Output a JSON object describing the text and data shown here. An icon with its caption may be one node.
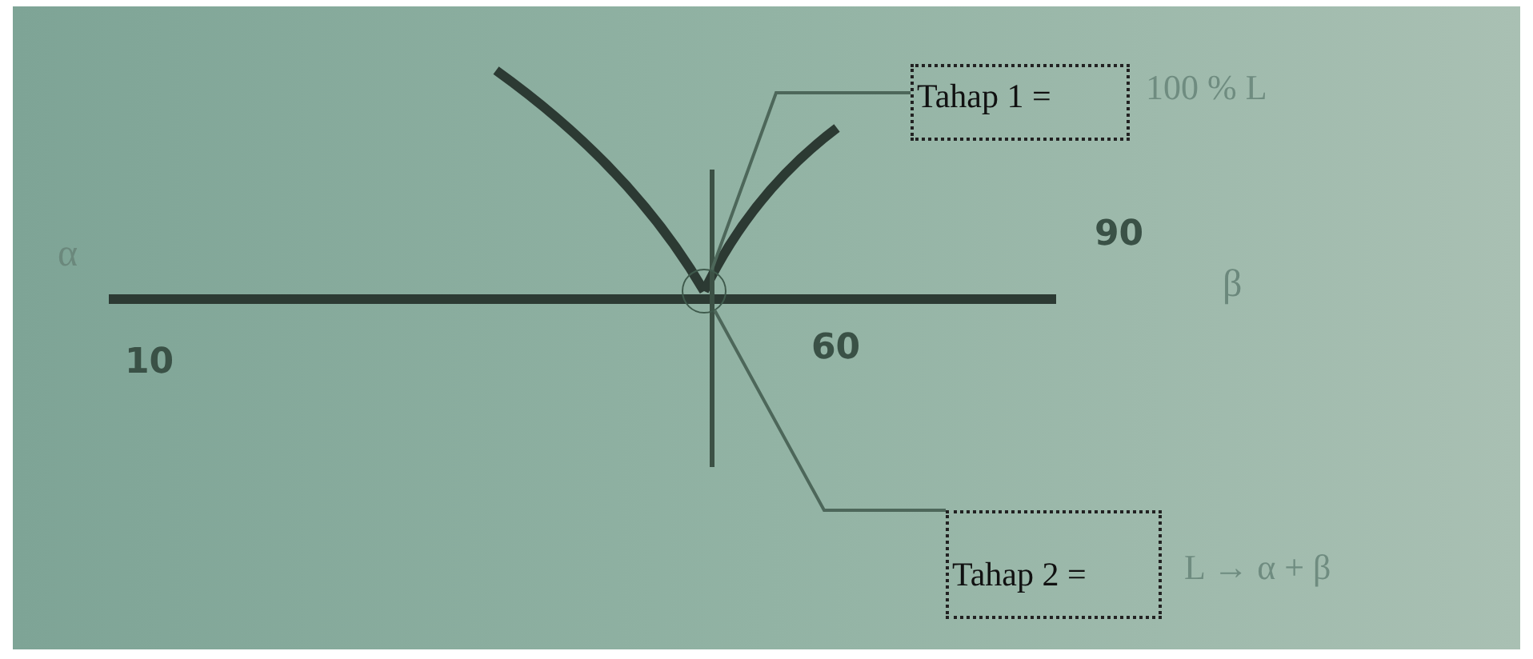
{
  "diagram": {
    "nodes": [
      {
        "text": [
          "Tahap 1 ="
        ],
        "beside": [
          "100 % L"
        ]
      },
      {
        "text": [
          "Tahap 2 ="
        ],
        "beside": [
          "L → α + β"
        ]
      },
      {
        "text": [],
        "shape": "circle"
      }
    ],
    "edges": [
      {
        "from": 0,
        "to": 2,
        "arrow": "none"
      },
      {
        "from": 1,
        "to": 2,
        "arrow": "none"
      }
    ],
    "labels": [
      "α",
      "90",
      "β",
      "10",
      "60"
    ]
  }
}
